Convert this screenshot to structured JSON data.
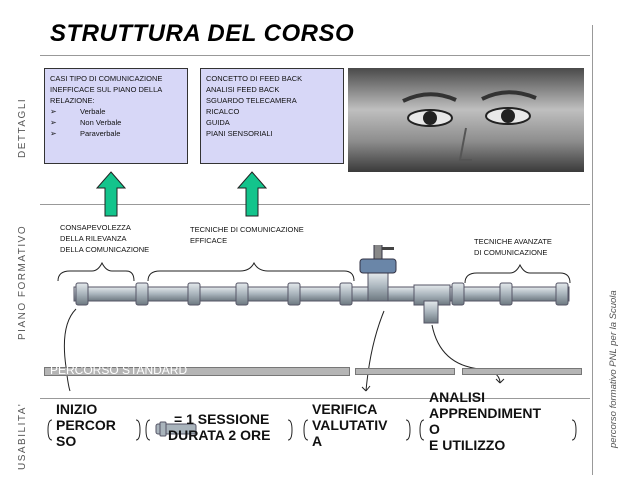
{
  "title": "STRUTTURA DEL CORSO",
  "side_labels": {
    "dettagli": "DETTAGLI",
    "piano": "PIANO FORMATIVO",
    "usabilita": "USABILITA'"
  },
  "vertical_footer": "percorso formativo PNL per la Scuola",
  "box1": {
    "lines": [
      "CASI TIPO DI COMUNICAZIONE",
      "INEFFICACE SUL PIANO DELLA",
      "RELAZIONE:"
    ],
    "items": [
      "Verbale",
      "Non Verbale",
      "Paraverbale"
    ]
  },
  "box2": {
    "lines": [
      "CONCETTO DI FEED BACK",
      "ANALISI FEED BACK",
      "SGUARDO TELECAMERA",
      "RICALCO",
      "GUIDA",
      "PIANI SENSORIALI"
    ]
  },
  "pipe_labels": {
    "l1": [
      "CONSAPEVOLEZZA",
      "DELLA RILEVANZA",
      "DELLA COMUNICAZIONE"
    ],
    "l2": [
      "TECNICHE DI COMUNICAZIONE",
      "EFFICACE"
    ],
    "l3": [
      "TECNICHE AVANZATE",
      "DI COMUNICAZIONE"
    ]
  },
  "percorso_label": "PERCORSO STANDARD",
  "usabilita": {
    "inizio": [
      "INIZIO",
      "PERCOR",
      "SO"
    ],
    "sessione": [
      "= 1 SESSIONE",
      "DURATA 2 ORE"
    ],
    "verifica": [
      "VERIFICA",
      "VALUTATIV",
      "A"
    ],
    "analisi": [
      "ANALISI",
      "APPRENDIMENT",
      "O",
      "E UTILIZZO"
    ]
  },
  "colors": {
    "box_fill": "#d7d7f7",
    "arrow": "#13c48c",
    "pipe": "#a9b4bc"
  }
}
